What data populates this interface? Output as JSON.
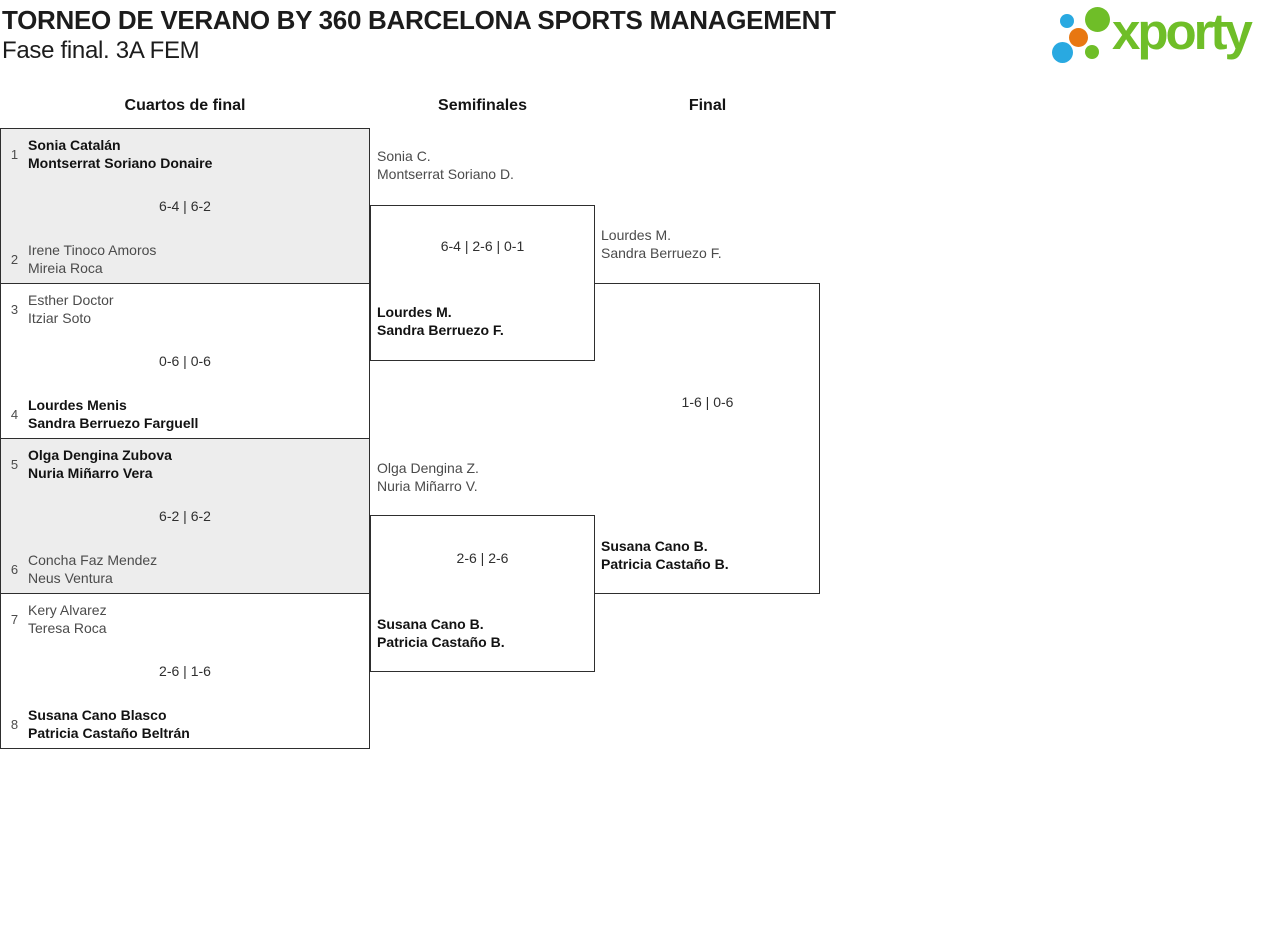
{
  "header": {
    "title": "TORNEO DE VERANO BY 360 BARCELONA SPORTS MANAGEMENT",
    "subtitle": "Fase final. 3A FEM",
    "logo_text": "xporty"
  },
  "colors": {
    "logo_green": "#6fbe28",
    "logo_blue": "#29a9e1",
    "logo_orange": "#e87711",
    "bracket_line": "#2e2e2e",
    "shaded_match_bg": "#ededed",
    "winner_text": "#121212",
    "loser_text": "#4b4b4b"
  },
  "columns": [
    {
      "label": "Cuartos de final"
    },
    {
      "label": "Semifinales"
    },
    {
      "label": "Final"
    }
  ],
  "quarterfinals": [
    {
      "seed_top": "1",
      "team_top": [
        "Sonia Catalán",
        "Montserrat Soriano Donaire"
      ],
      "top_winner": true,
      "score": "6-4 | 6-2",
      "seed_bottom": "2",
      "team_bottom": [
        "Irene Tinoco Amoros",
        "Mireia Roca"
      ],
      "bottom_winner": false,
      "shaded": true
    },
    {
      "seed_top": "3",
      "team_top": [
        "Esther Doctor",
        "Itziar Soto"
      ],
      "top_winner": false,
      "score": "0-6 | 0-6",
      "seed_bottom": "4",
      "team_bottom": [
        "Lourdes Menis",
        "Sandra Berruezo Farguell"
      ],
      "bottom_winner": true,
      "shaded": false
    },
    {
      "seed_top": "5",
      "team_top": [
        "Olga Dengina Zubova",
        "Nuria Miñarro Vera"
      ],
      "top_winner": true,
      "score": "6-2 | 6-2",
      "seed_bottom": "6",
      "team_bottom": [
        "Concha Faz Mendez",
        "Neus Ventura"
      ],
      "bottom_winner": false,
      "shaded": true
    },
    {
      "seed_top": "7",
      "team_top": [
        "Kery Alvarez",
        "Teresa Roca"
      ],
      "top_winner": false,
      "score": "2-6 | 1-6",
      "seed_bottom": "8",
      "team_bottom": [
        "Susana Cano Blasco",
        "Patricia Castaño Beltrán"
      ],
      "bottom_winner": true,
      "shaded": false
    }
  ],
  "semifinals": [
    {
      "team_top": [
        "Sonia C.",
        "Montserrat Soriano D."
      ],
      "top_winner": false,
      "score": "6-4 | 2-6 | 0-1",
      "team_bottom": [
        "Lourdes M.",
        "Sandra Berruezo F."
      ],
      "bottom_winner": true
    },
    {
      "team_top": [
        "Olga Dengina Z.",
        "Nuria Miñarro V."
      ],
      "top_winner": false,
      "score": "2-6 | 2-6",
      "team_bottom": [
        "Susana Cano B.",
        "Patricia Castaño B."
      ],
      "bottom_winner": true
    }
  ],
  "final": {
    "team_top": [
      "Lourdes M.",
      "Sandra Berruezo F."
    ],
    "top_winner": false,
    "score": "1-6 | 0-6",
    "team_bottom": [
      "Susana Cano B.",
      "Patricia Castaño B."
    ],
    "bottom_winner": true
  }
}
